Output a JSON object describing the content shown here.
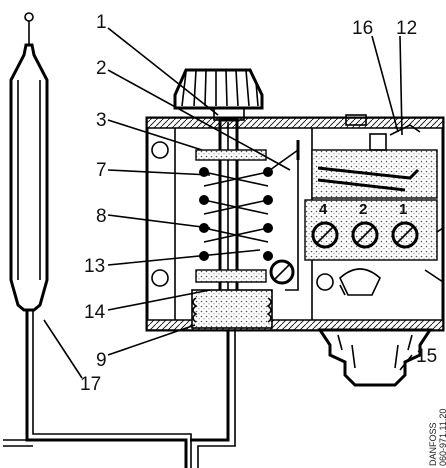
{
  "diagram": {
    "callouts": [
      "1",
      "2",
      "3",
      "7",
      "8",
      "13",
      "14",
      "9",
      "17",
      "16",
      "12",
      "15"
    ],
    "terminals": [
      "4",
      "2",
      "1"
    ],
    "stamp": [
      "DANFOSS",
      "060-971.11.20"
    ]
  }
}
